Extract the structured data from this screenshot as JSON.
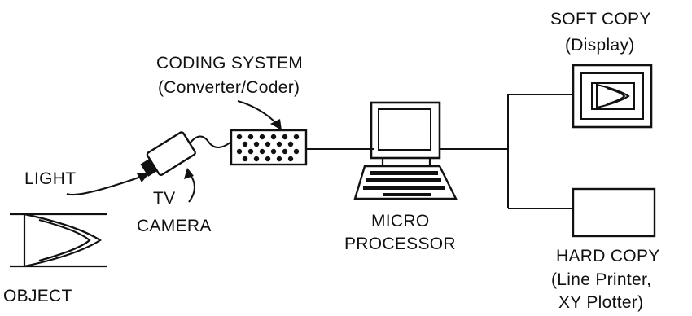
{
  "labels": {
    "object": "OBJECT",
    "light": "LIGHT",
    "tv": "TV",
    "camera": "CAMERA",
    "coding_system": "CODING SYSTEM",
    "coding_system_sub": "(Converter/Coder)",
    "micro": "MICRO",
    "processor": "PROCESSOR",
    "soft_copy": "SOFT COPY",
    "soft_copy_sub": "(Display)",
    "hard_copy": "HARD COPY",
    "hard_copy_sub1": "(Line Printer,",
    "hard_copy_sub2": "XY Plotter)"
  },
  "colors": {
    "ink": "#111111",
    "background": "#ffffff"
  }
}
